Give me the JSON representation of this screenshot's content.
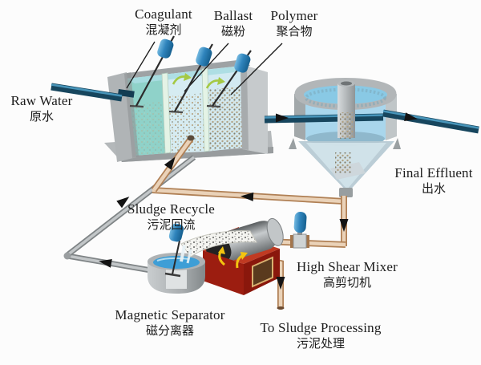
{
  "labels": {
    "coagulant": {
      "en": "Coagulant",
      "zh": "混凝剂"
    },
    "ballast": {
      "en": "Ballast",
      "zh": "磁粉"
    },
    "polymer": {
      "en": "Polymer",
      "zh": "聚合物"
    },
    "raw_water": {
      "en": "Raw Water",
      "zh": "原水"
    },
    "final_effluent": {
      "en": "Final Effluent",
      "zh": "出水"
    },
    "sludge_recycle": {
      "en": "Sludge Recycle",
      "zh": "污泥回流"
    },
    "high_shear_mixer": {
      "en": "High Shear Mixer",
      "zh": "高剪切机"
    },
    "magnetic_separator": {
      "en": "Magnetic Separator",
      "zh": "磁分离器"
    },
    "to_sludge_processing": {
      "en": "To Sludge Processing",
      "zh": "污泥处理"
    }
  },
  "colors": {
    "background": "#fcfcfc",
    "text_color": "#1c1c1c",
    "mixer_blue": "#2a7cb5",
    "mixer_blue_light": "#6db3dc",
    "pipe_water_dark": "#17465e",
    "pipe_water_light": "#4895ba",
    "pipe_sludge_outer": "#b08055",
    "pipe_sludge_inner": "#ead2b8",
    "pipe_gray_outer": "#7f8486",
    "pipe_gray_inner": "#c2c6c8",
    "tank_water_teal": "#8fd2c9",
    "tank_water_blue": "#d6ecf2",
    "clarifier_water": "#89c9e5",
    "bowl_water": "#3e9ed6",
    "separator_red_front": "#9c1d10",
    "separator_red_top": "#c03a22",
    "separator_red_side": "#8a170c",
    "arrow_green": "#a5c944",
    "drum_yellow": "#f3c410",
    "flow_arrow_black": "#131313"
  }
}
